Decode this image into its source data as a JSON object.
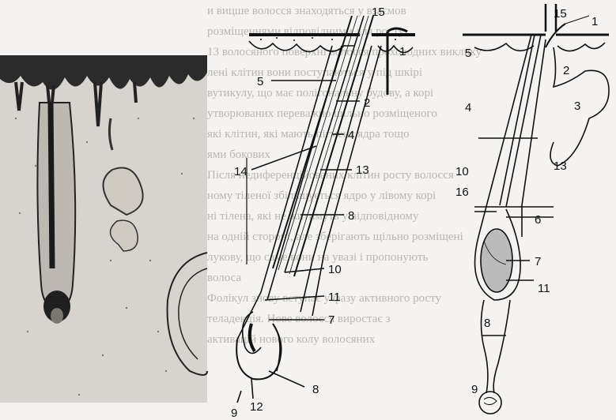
{
  "background_text": [
    "и вицше волосся знаходяться у взаємов",
    "розміщеннями відповідними для росту",
    "13 волосяного поверхні волосся прохолодних виклику",
    "лені клітин вони поступаються у під шкірі",
    "вутикулу, що має полігональну будову, а корі",
    "утворюваних переважно щільно розміщеного",
    "які клітин, які мають пігмент ядра тощо",
    "ями бокових",
    "Після недиференційованих клітин росту волосся",
    "ному тіленої збільшується ядро у лівому корі",
    "ні тілена, які не житимуть у відповідному",
    "на одній стороні, але зберігають щільно розміщені",
    "лукову, що саме вони на увазі і пропонують",
    "волоса",
    "Фолікул знову вступає у фазу активного росту",
    "теладекція. Нове волосся виростає з",
    "активацій нового колу волосяних"
  ],
  "labels": {
    "mid": [
      "15",
      "1",
      "5",
      "2",
      "4",
      "14",
      "13",
      "8",
      "10",
      "11",
      "7",
      "8",
      "12",
      "9"
    ],
    "right": [
      "15",
      "1",
      "5",
      "2",
      "3",
      "4",
      "13",
      "10",
      "16",
      "6",
      "7",
      "11",
      "8",
      "9"
    ]
  },
  "colors": {
    "ink": "#111111",
    "paper": "#f4f3f1",
    "faded_text": "#b9b7b4"
  }
}
